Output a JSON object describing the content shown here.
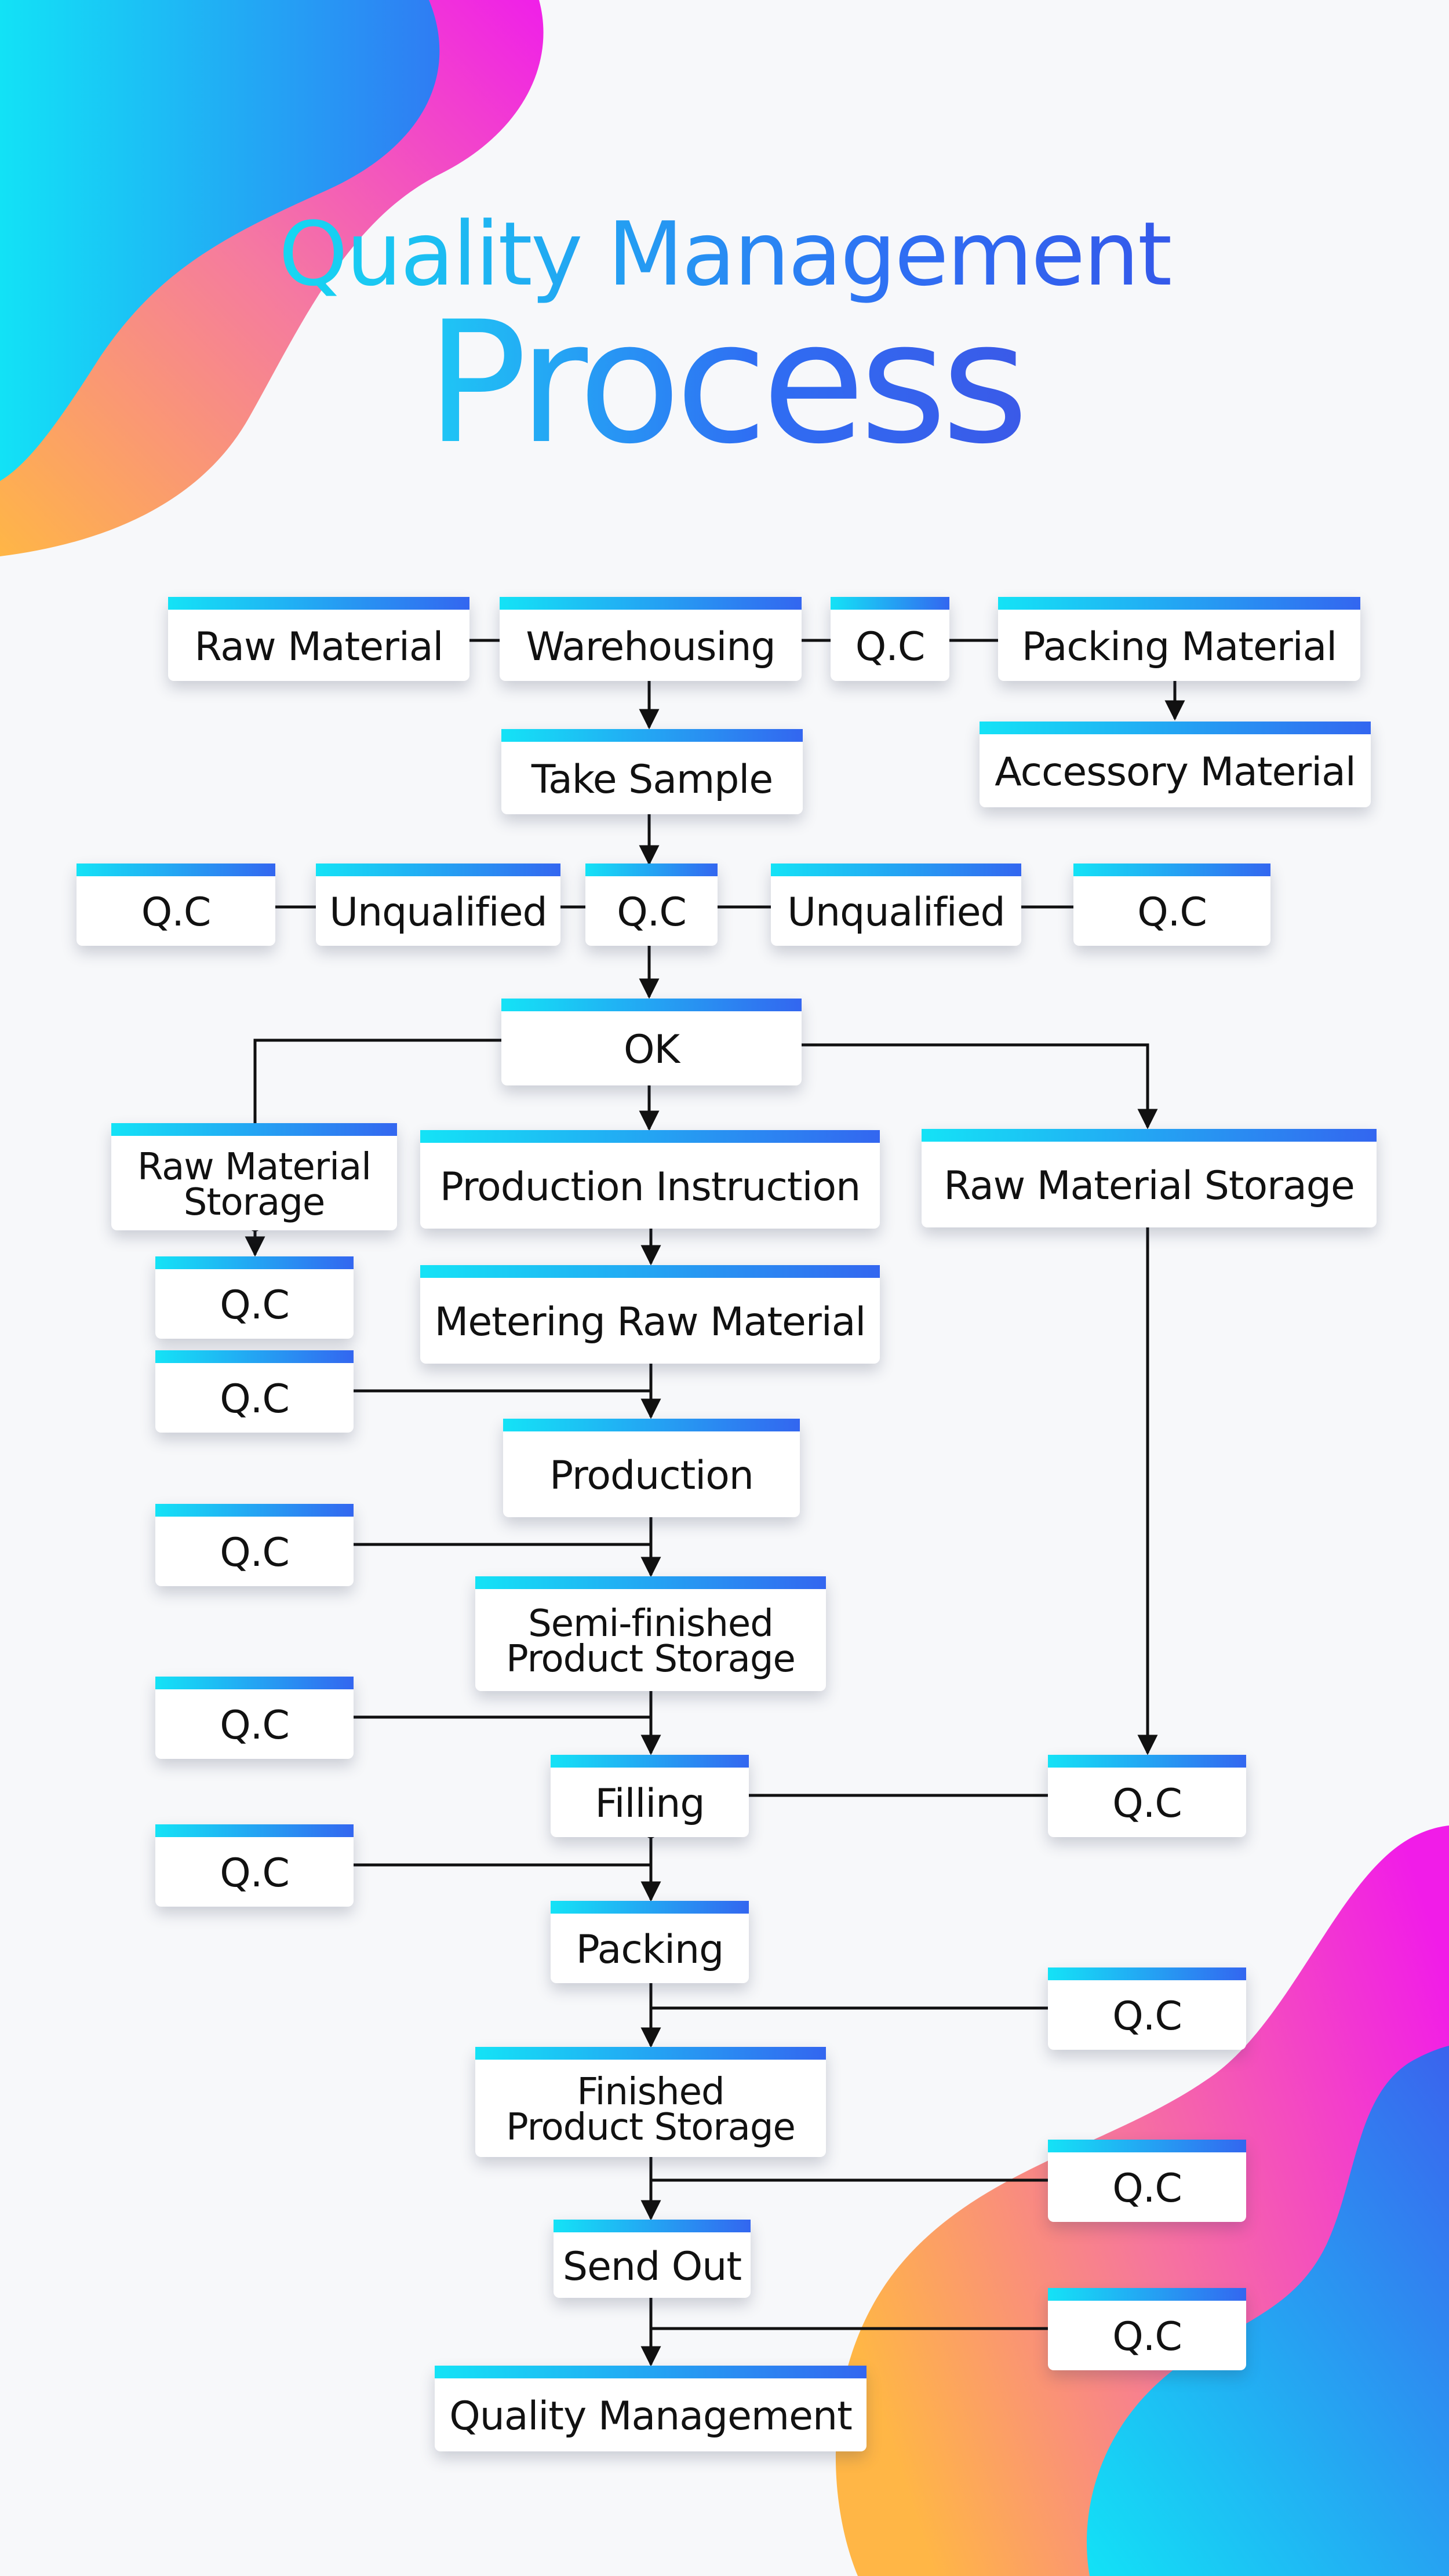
{
  "title": {
    "line1": "Quality Management",
    "line2": "Process"
  },
  "colors": {
    "accent_start": "#14e3f6",
    "accent_end": "#3366f0",
    "blob_pink": "#f01fe9",
    "blob_orange": "#ffb646",
    "background": "#f7f8fa"
  },
  "nodes": {
    "raw_material": "Raw Material",
    "warehousing": "Warehousing",
    "qc_top": "Q.C",
    "packing_material": "Packing Material",
    "take_sample": "Take Sample",
    "accessory_material": "Accessory Material",
    "qc_left": "Q.C",
    "unqualified_left": "Unqualified",
    "qc_center": "Q.C",
    "unqualified_right": "Unqualified",
    "qc_right": "Q.C",
    "ok": "OK",
    "raw_material_storage_left_1": "Raw Material",
    "raw_material_storage_left_2": "Storage",
    "production_instruction": "Production Instruction",
    "raw_material_storage_right": "Raw Material Storage",
    "qc_storage": "Q.C",
    "metering_raw_material": "Metering Raw Material",
    "qc_metering": "Q.C",
    "production": "Production",
    "qc_production": "Q.C",
    "semi_finished_1": "Semi-finished",
    "semi_finished_2": "Product Storage",
    "qc_semi": "Q.C",
    "filling": "Filling",
    "qc_filling_right": "Q.C",
    "qc_filling_left": "Q.C",
    "packing": "Packing",
    "qc_packing": "Q.C",
    "finished_1": "Finished",
    "finished_2": "Product Storage",
    "qc_finished": "Q.C",
    "send_out": "Send Out",
    "qc_send_out": "Q.C",
    "quality_management": "Quality Management"
  }
}
